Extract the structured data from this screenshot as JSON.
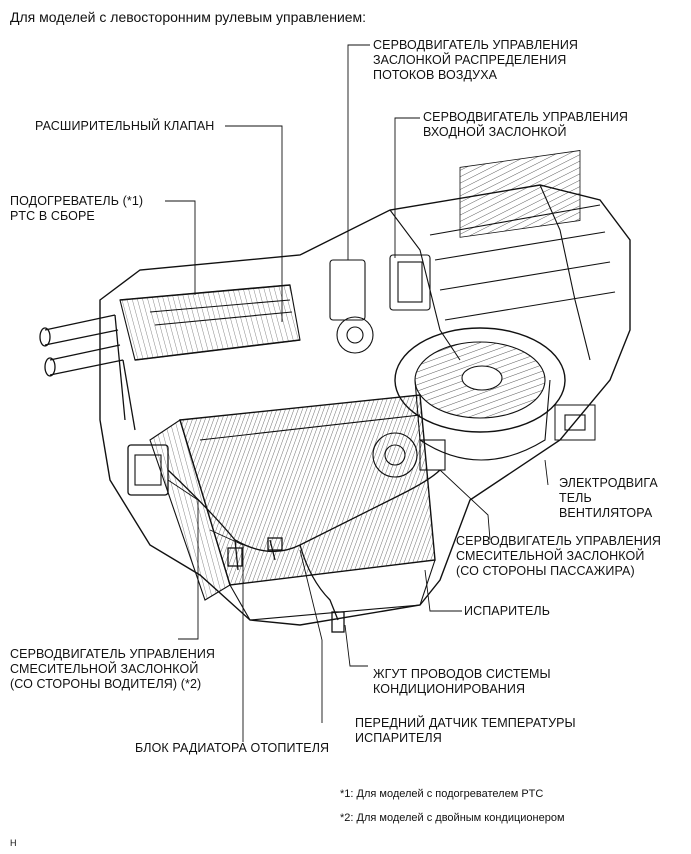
{
  "title": "Для моделей с левосторонним рулевым управлением:",
  "labels": {
    "airflow_servo": "СЕРВОДВИГАТЕЛЬ УПРАВЛЕНИЯ\nЗАСЛОНКОЙ РАСПРЕДЕЛЕНИЯ\nПОТОКОВ ВОЗДУХА",
    "inlet_servo": "СЕРВОДВИГАТЕЛЬ УПРАВЛЕНИЯ\nВХОДНОЙ ЗАСЛОНКОЙ",
    "expansion_valve": "РАСШИРИТЕЛЬНЫЙ КЛАПАН",
    "ptc_heater": "ПОДОГРЕВАТЕЛЬ (*1)\nPTC В СБОРЕ",
    "blower_motor": "ЭЛЕКТРОДВИГА\nТЕЛЬ\nВЕНТИЛЯТОРА",
    "mix_servo_passenger": "СЕРВОДВИГАТЕЛЬ УПРАВЛЕНИЯ\nСМЕСИТЕЛЬНОЙ ЗАСЛОНКОЙ\n(СО СТОРОНЫ ПАССАЖИРА)",
    "evaporator": "ИСПАРИТЕЛЬ",
    "mix_servo_driver": "СЕРВОДВИГАТЕЛЬ УПРАВЛЕНИЯ\nСМЕСИТЕЛЬНОЙ ЗАСЛОНКОЙ\n(СО СТОРОНЫ ВОДИТЕЛЯ) (*2)",
    "wire_harness": "ЖГУТ ПРОВОДОВ СИСТЕМЫ\nКОНДИЦИОНИРОВАНИЯ",
    "evap_temp_sensor": "ПЕРЕДНИЙ ДАТЧИК ТЕМПЕРАТУРЫ\nИСПАРИТЕЛЯ",
    "heater_radiator": "БЛОК РАДИАТОРА ОТОПИТЕЛЯ"
  },
  "notes": {
    "note1": "*1: Для моделей с подогревателем PTC",
    "note2": "*2: Для моделей с двойным кондиционером"
  },
  "corner_mark": "H"
}
